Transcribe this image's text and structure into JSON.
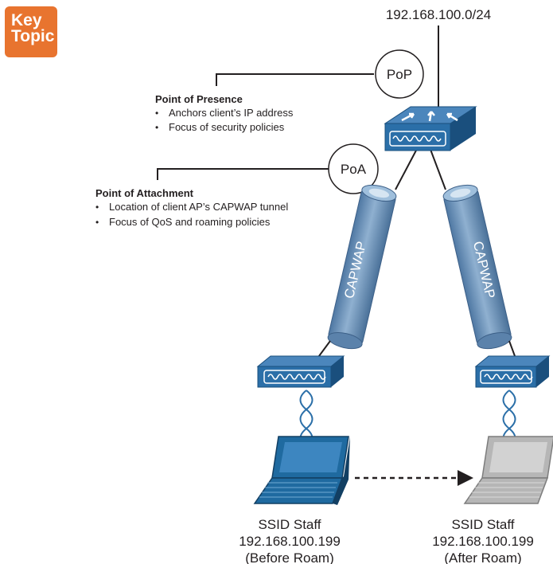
{
  "badge": {
    "line1": "Key",
    "line2": "Topic"
  },
  "subnet": "192.168.100.0/24",
  "pop": {
    "circle_label": "PoP",
    "title": "Point of Presence",
    "bullets": [
      "Anchors client’s IP address",
      "Focus of security policies"
    ]
  },
  "poa": {
    "circle_label": "PoA",
    "title": "Point of Attachment",
    "bullets": [
      "Location of client AP’s CAPWAP tunnel",
      "Focus of QoS and roaming policies"
    ]
  },
  "tunnels": {
    "left_label": "CAPWAP",
    "right_label": "CAPWAP"
  },
  "clients": [
    {
      "ssid": "SSID Staff",
      "ip": "192.168.100.199",
      "state": "(Before Roam)"
    },
    {
      "ssid": "SSID Staff",
      "ip": "192.168.100.199",
      "state": "(After Roam)"
    }
  ],
  "colors": {
    "device_blue": "#2b6fa8",
    "device_dark": "#1a4f7d",
    "tunnel": "#6f93b8",
    "laptop_active": "#1f6aa0",
    "laptop_ghost": "#b6b6b6",
    "badge": "#e8742f"
  }
}
